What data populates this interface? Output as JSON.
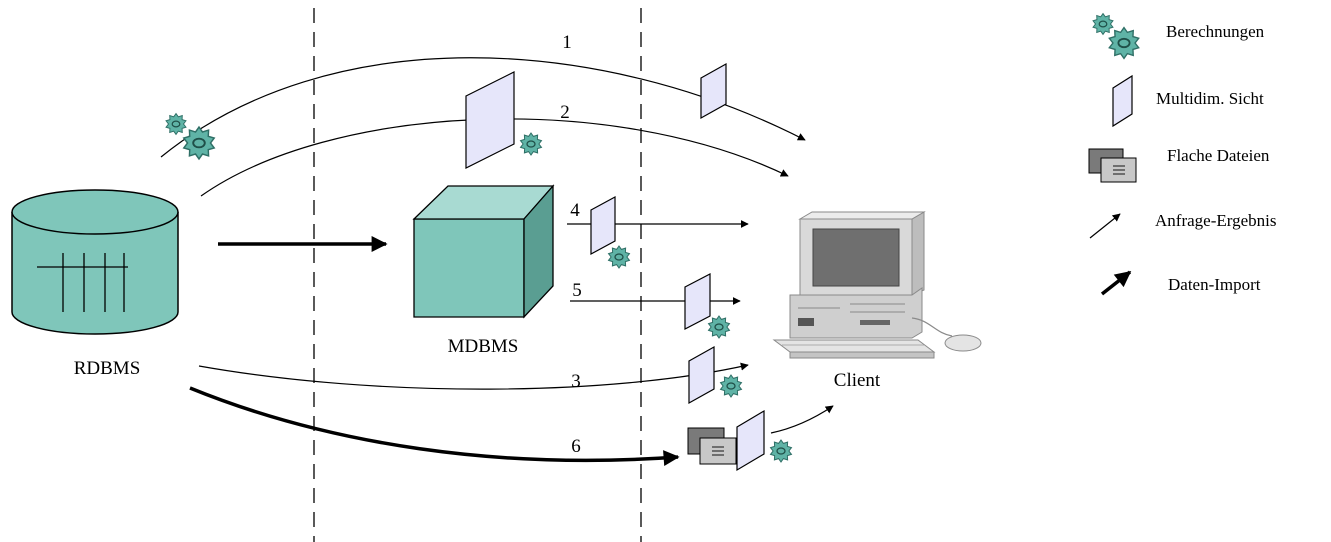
{
  "nodes": {
    "rdbms": "RDBMS",
    "mdbms": "MDBMS",
    "client": "Client"
  },
  "flows": [
    "1",
    "2",
    "3",
    "4",
    "5",
    "6"
  ],
  "legend": {
    "computations": "Berechnungen",
    "multidim_view": "Multidim. Sicht",
    "flat_files": "Flache Dateien",
    "query_result": "Anfrage-Ergebnis",
    "data_import": "Daten-Import"
  },
  "colors": {
    "teal_fill": "#7fc6ba",
    "teal_dark": "#5a9e92",
    "teal_top": "#a8dad2",
    "view_fill": "#e6e6fa",
    "file_dark": "#7a7a7a",
    "file_light": "#c8c8c8"
  },
  "icons": [
    "gear-icon",
    "view-sheet-icon",
    "flat-file-icon",
    "arrow-icon"
  ]
}
